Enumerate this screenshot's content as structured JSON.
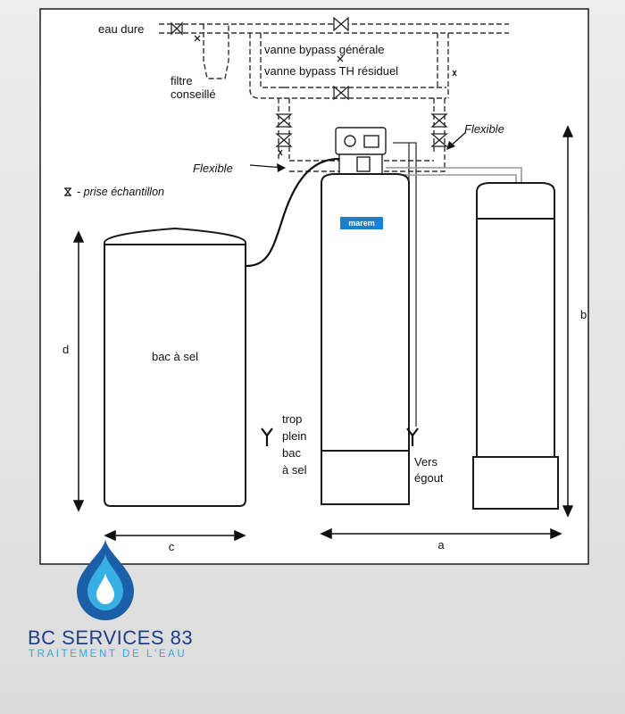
{
  "labels": {
    "eau_dure": "eau dure",
    "vanne_bypass_generale": "vanne bypass générale",
    "vanne_bypass_th": "vanne bypass TH résiduel",
    "filtre": "filtre",
    "conseille": "conseillé",
    "flexible_left": "Flexible",
    "flexible_right": "Flexible",
    "prise_echantillon": "- prise échantillon",
    "bac_a_sel": "bac à sel",
    "trop_plein": [
      "trop",
      "plein",
      "bac",
      "à sel"
    ],
    "vers_egout": [
      "Vers",
      "égout"
    ],
    "brand": "marem",
    "dim_a": "a",
    "dim_b": "b",
    "dim_c": "c",
    "dim_d": "d"
  },
  "logo": {
    "name": "BC SERVICES 83",
    "tagline": "TRAITEMENT DE L'EAU",
    "name_color": "#1f3f86",
    "tagline_color": "#3aa5d8",
    "drop_dark": "#1a5fa8",
    "drop_light": "#39b0e3"
  },
  "colors": {
    "line": "#1a1a1a",
    "pipe_dash": "#333333",
    "brand_badge": "#1b7fd0"
  }
}
